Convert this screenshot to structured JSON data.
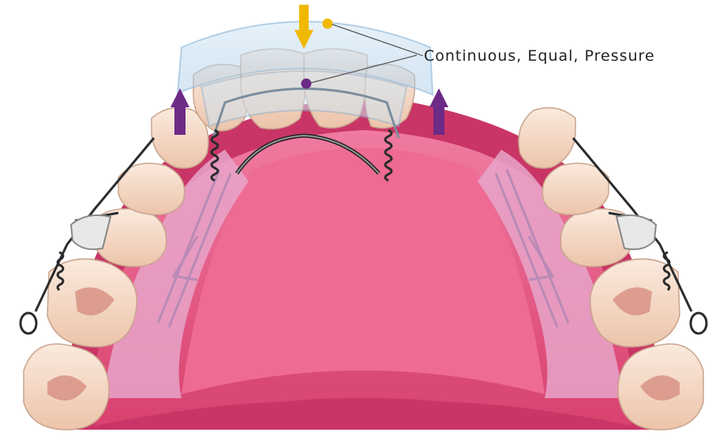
{
  "callout": {
    "label": "Continuous, Equal, Pressure"
  },
  "colors": {
    "palate": "#e85a86",
    "palate_dark": "#c93566",
    "acrylic": "#e59ec5",
    "tooth": "#f6dcc8",
    "tooth_shade": "#e3b59c",
    "tooth_groove": "#c9796a",
    "aligner": "#b9d7ec",
    "wire": "#2b2b2b",
    "arrow_up": "#6d2a86",
    "arrow_down": "#f1b800",
    "dot_yellow": "#f1b800",
    "dot_purple": "#6d2a86"
  },
  "icons": {
    "left_force_arrow": "arrow-up",
    "right_force_arrow": "arrow-up",
    "top_force_arrow": "arrow-down"
  }
}
